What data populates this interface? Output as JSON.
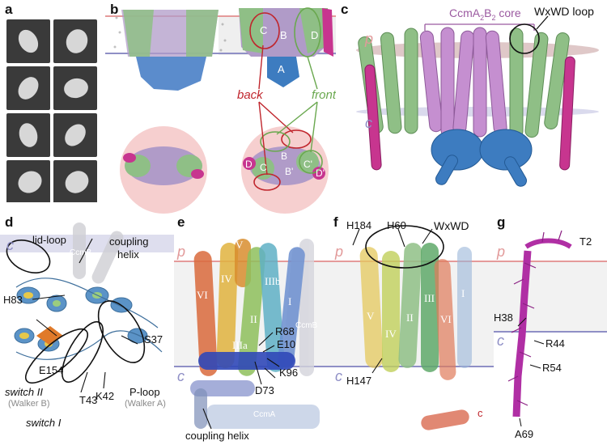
{
  "panels": {
    "a": {
      "label": "a"
    },
    "b": {
      "label": "b",
      "subunits": {
        "A": "A",
        "B": "B",
        "B_prime": "B'",
        "C": "C",
        "C_prime": "C'",
        "D": "D",
        "D_prime": "D'"
      },
      "back": "back",
      "front": "front"
    },
    "c": {
      "label": "c",
      "membrane_p": "p",
      "membrane_c": "c",
      "core_prefix": "CcmA",
      "core_sub1": "2",
      "core_mid": "B",
      "core_sub2": "2",
      "core_suffix": " core",
      "loop": "WxWD loop"
    },
    "d": {
      "label": "d",
      "membrane_c": "c",
      "ccmb": "CcmB",
      "lid_loop": "lid-loop",
      "coupling_helix_1": "coupling",
      "coupling_helix_2": "helix",
      "h83": "H83",
      "e154": "E154",
      "s37": "S37",
      "t43": "T43",
      "k42": "K42",
      "switch2": "switch II",
      "walkerB": "(Walker B)",
      "switch1": "switch I",
      "ploop": "P-loop",
      "walkerA": "(Walker A)"
    },
    "e": {
      "label": "e",
      "membrane_p": "p",
      "membrane_c": "c",
      "helices": [
        "V",
        "VI",
        "IV",
        "IIIb",
        "I",
        "II",
        "IIIa"
      ],
      "ccmb": "CcmB",
      "r68": "R68",
      "e10": "E10",
      "k96": "K96",
      "d73": "D73",
      "ccma": "CcmA",
      "coupling_helix": "coupling helix"
    },
    "f": {
      "label": "f",
      "membrane_p": "p",
      "membrane_c": "c",
      "h184": "H184",
      "h60": "H60",
      "wxwd": "WxWD",
      "helices": [
        "V",
        "IV",
        "II",
        "III",
        "VI",
        "I"
      ],
      "h147": "H147",
      "c_term": "c"
    },
    "g": {
      "label": "g",
      "membrane_p": "p",
      "membrane_c": "c",
      "t2": "T2",
      "h38": "H38",
      "r44": "R44",
      "r54": "R54",
      "a69": "A69"
    }
  },
  "colors": {
    "ccmA": "#3d7cc0",
    "ccmB": "#c58fd0",
    "ccmC": "#8fbf86",
    "ccmD": "#c7358f",
    "membrane_p": "#e59a9a",
    "membrane_c": "#8f8fc6",
    "back": "#c0262d",
    "front": "#6aa84f"
  }
}
